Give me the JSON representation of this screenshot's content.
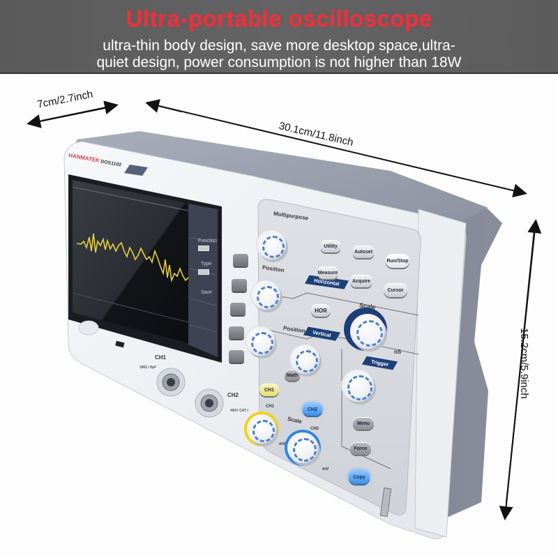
{
  "banner": {
    "title": "Ultra-portable oscilloscope",
    "subtitle_line1": "ultra-thin body design, save more desktop space,ultra-",
    "subtitle_line2": "quiet design, power consumption is not higher than 18W",
    "title_color": "#e8333f"
  },
  "dimensions": {
    "depth": "7cm/2.7inch",
    "width": "30.1cm/11.8inch",
    "height": "15.2cm/5.9inch"
  },
  "device": {
    "brand": "HANMATEK",
    "model": "DOS1102",
    "screen": {
      "waveform_color": "#e8d23a",
      "menu_items": [
        "Function",
        "Type",
        "Save"
      ]
    },
    "panel": {
      "multipurpose_label": "Multipurpose",
      "buttons": {
        "utility": "Utility",
        "autoset": "Autoset",
        "run_stop": "Run/Stop",
        "measure": "Measure",
        "acquire": "Acquire",
        "cursor": "Cursor",
        "hor": "HOR",
        "math": "Math",
        "ch1": "CH1",
        "ch2": "CH2",
        "menu": "Menu",
        "force": "Force",
        "copy": "Copy"
      },
      "sections": {
        "horizontal": "Horizontal",
        "vertical": "Vertical",
        "trigger": "Trigger"
      },
      "labels": {
        "position_h": "Position",
        "position_v": "Position",
        "scale_h": "Scale",
        "scale_v": "Scale",
        "ns": "nS",
        "mv1": "mV",
        "mv2": "mV",
        "ch1_knob": "CH1",
        "ch2_knob": "CH2"
      }
    },
    "inputs": {
      "ch1_label": "CH1",
      "ch1_spec": "1MΩ / 8pF",
      "ch2_label": "CH2",
      "ch2_spec": "400V CAT I"
    }
  }
}
